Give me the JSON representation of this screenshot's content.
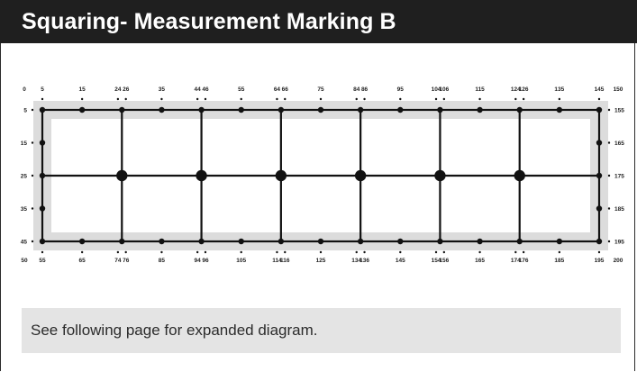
{
  "header": {
    "title": "Squaring- Measurement Marking B"
  },
  "note": {
    "text": "See following page for expanded diagram."
  },
  "diagram": {
    "top_labels": [
      "0",
      "5",
      "15",
      "24",
      "26",
      "35",
      "44",
      "46",
      "55",
      "64",
      "66",
      "75",
      "84",
      "86",
      "95",
      "104",
      "106",
      "115",
      "124",
      "126",
      "135",
      "145",
      "150"
    ],
    "bottom_labels": [
      "50",
      "55",
      "65",
      "74",
      "76",
      "85",
      "94",
      "96",
      "105",
      "114",
      "116",
      "125",
      "134",
      "136",
      "145",
      "154",
      "156",
      "165",
      "174",
      "176",
      "185",
      "195",
      "200"
    ],
    "left_labels": [
      "5",
      "15",
      "25",
      "35",
      "45"
    ],
    "right_labels": [
      "155",
      "165",
      "175",
      "185",
      "195"
    ],
    "colors": {
      "band": "#dcdcdc",
      "line": "#111111",
      "header": "#1f1f1f",
      "note": "#e4e4e4"
    }
  }
}
